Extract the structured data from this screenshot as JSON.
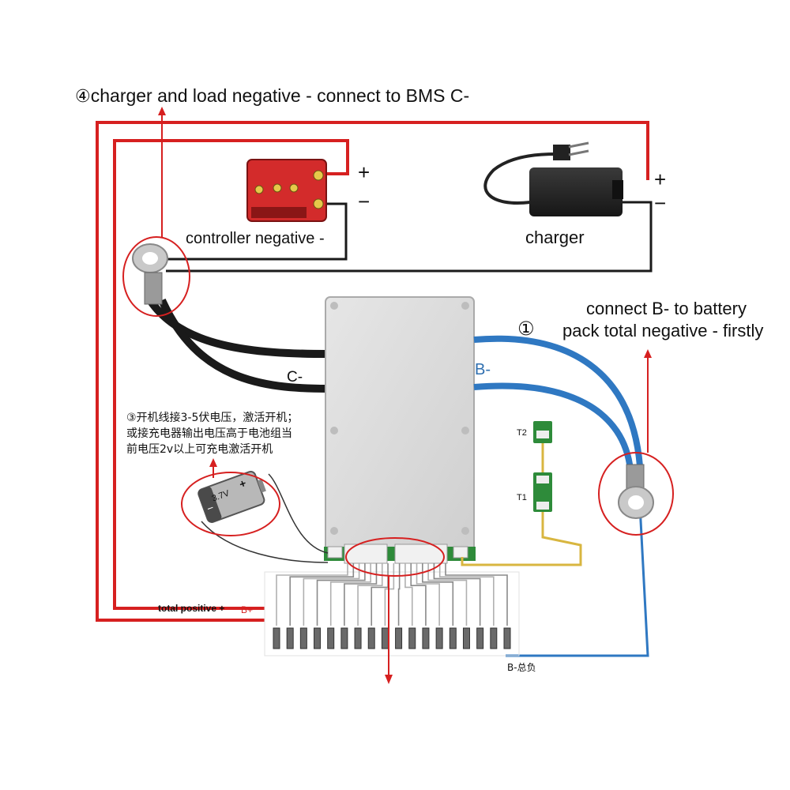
{
  "title": {
    "circled": "④",
    "text": "charger and load negative - connect to BMS C-"
  },
  "controller": {
    "label": "controller negative -",
    "plus": "+",
    "minus": "−"
  },
  "charger": {
    "label": "charger",
    "plus": "+",
    "minus": "−"
  },
  "step1": {
    "circled": "①",
    "line1": "connect B- to battery",
    "line2": "pack total negative - firstly"
  },
  "bms": {
    "c_minus": "C-",
    "b_minus": "B-",
    "t2": "T2",
    "t1": "T1"
  },
  "step3": {
    "line1": "③开机线接3-5伏电压，激活开机；",
    "line2": "或接充电器输出电压高于电池组当",
    "line3": "前电压2v以上可充电激活开机"
  },
  "battery": {
    "voltage": "3.7V",
    "plus": "+",
    "minus": "−"
  },
  "bottom": {
    "total_positive": "total positive +",
    "b_plus": "B+",
    "b_total": "B-总负"
  },
  "colors": {
    "red_wire": "#d62020",
    "blue_wire": "#2f78c2",
    "black_wire": "#1a1a1a",
    "annotation": "#d62020",
    "bms_body": "#d8d8d8",
    "controller": "#d32b2b"
  }
}
